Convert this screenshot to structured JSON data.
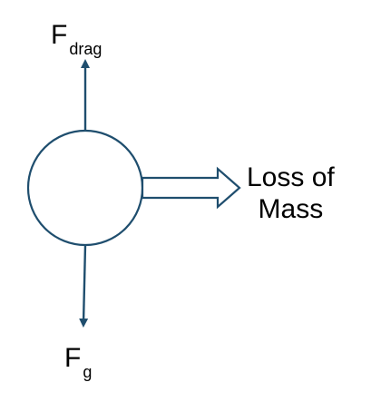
{
  "diagram": {
    "line_color": "#1f4e6e",
    "text_color": "#000000",
    "drag_force": {
      "symbol": "F",
      "subscript": "drag"
    },
    "gravity_force": {
      "symbol": "F",
      "subscript": "g"
    },
    "mass_loss": {
      "line1": "Loss of",
      "line2": "Mass"
    }
  }
}
